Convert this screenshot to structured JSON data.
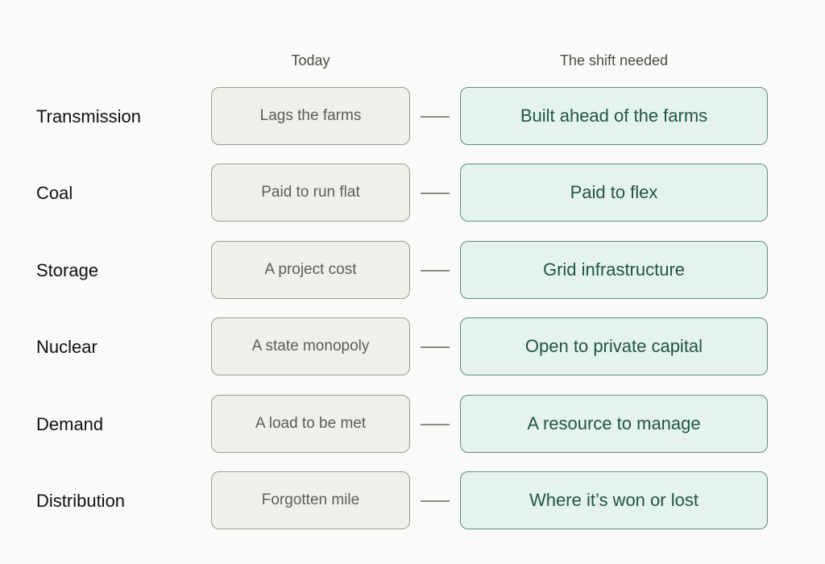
{
  "headers": {
    "today": "Today",
    "shift": "The shift needed"
  },
  "rows": [
    {
      "label": "Transmission",
      "today": "Lags the farms",
      "shift": "Built ahead of the farms"
    },
    {
      "label": "Coal",
      "today": "Paid to run flat",
      "shift": "Paid to flex"
    },
    {
      "label": "Storage",
      "today": "A project cost",
      "shift": "Grid infrastructure"
    },
    {
      "label": "Nuclear",
      "today": "A state monopoly",
      "shift": "Open to private capital"
    },
    {
      "label": "Demand",
      "today": "A load to be met",
      "shift": "A resource to manage"
    },
    {
      "label": "Distribution",
      "today": "Forgotten mile",
      "shift": "Where it’s won or lost"
    }
  ],
  "colors": {
    "background": "#fafaf8",
    "today_box_fill": "#f0efea",
    "today_box_border": "#9c9b96",
    "shift_box_fill": "#e5f3ed",
    "shift_box_border": "#5f8f7c",
    "shift_text": "#225542"
  }
}
